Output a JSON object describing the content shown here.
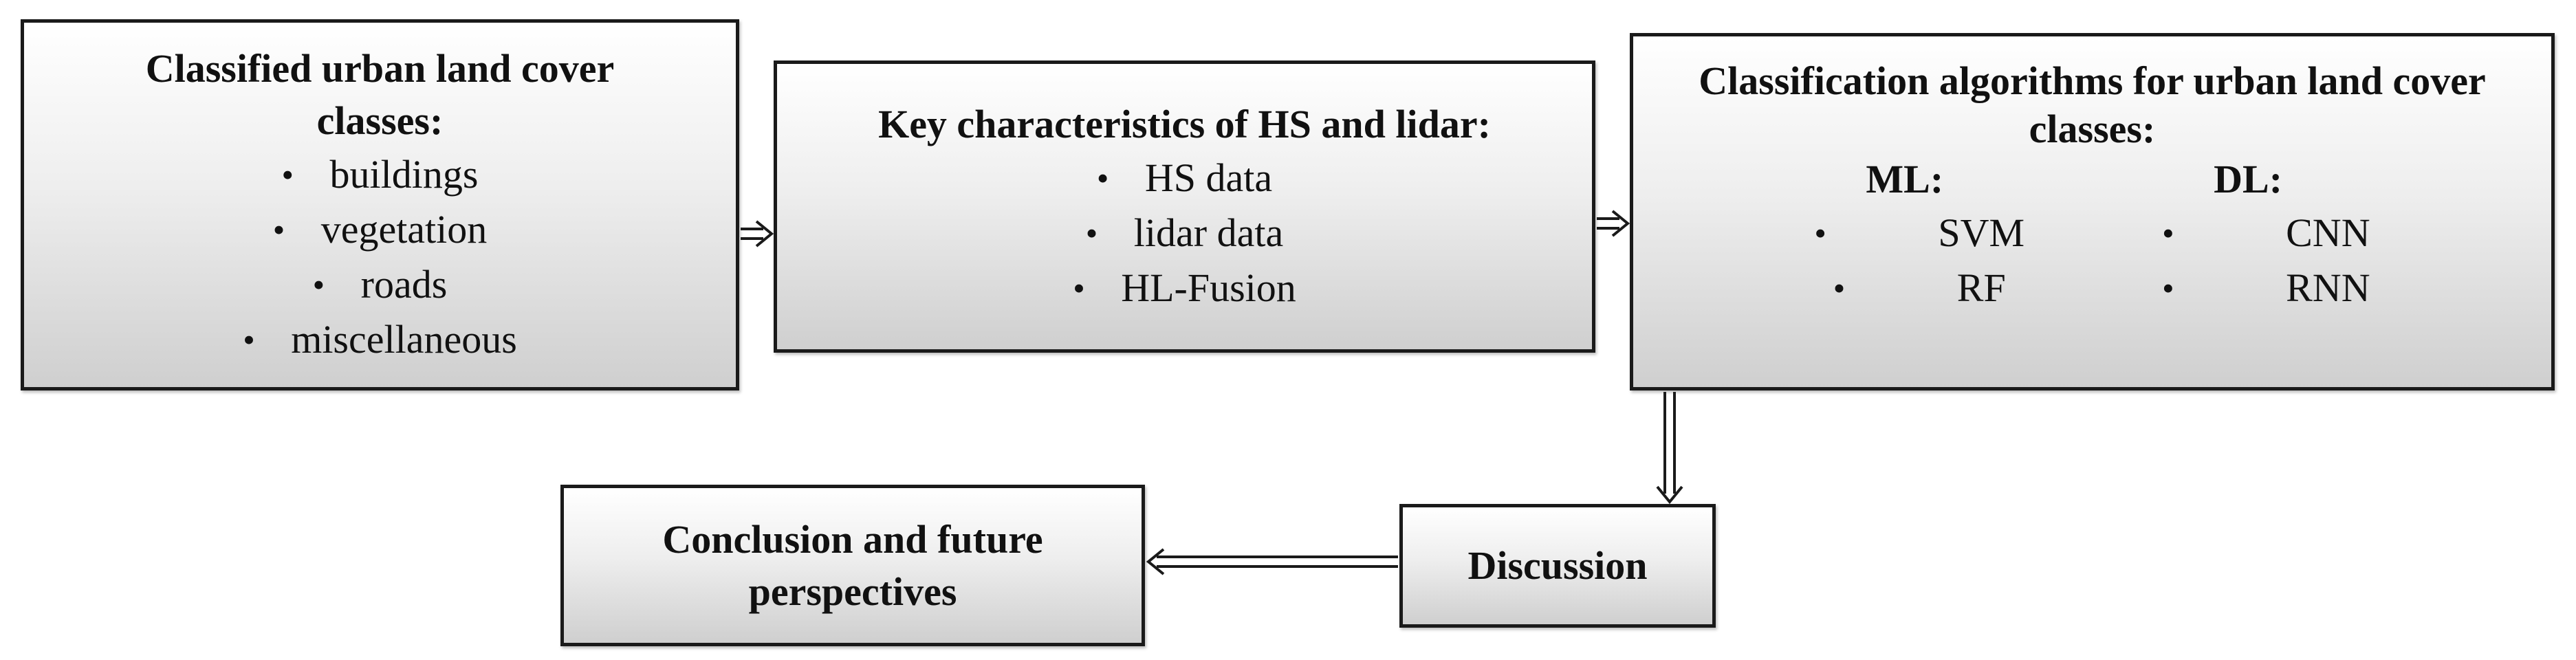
{
  "boxes": {
    "classes": {
      "title": "Classified urban land cover classes:",
      "items": [
        "buildings",
        "vegetation",
        "roads",
        "miscellaneous"
      ]
    },
    "characteristics": {
      "title": "Key characteristics of HS and lidar:",
      "items": [
        "HS data",
        "lidar data",
        "HL-Fusion"
      ]
    },
    "algorithms": {
      "title": "Classification algorithms for urban land cover classes:",
      "ml_label": "ML:",
      "ml_items": [
        "SVM",
        "RF"
      ],
      "dl_label": "DL:",
      "dl_items": [
        "CNN",
        "RNN"
      ]
    },
    "discussion": {
      "title": "Discussion"
    },
    "conclusion": {
      "title": "Conclusion and future perspectives"
    }
  },
  "bullet_glyph": "•",
  "colors": {
    "border": "#1a1a1a",
    "box_fill_top": "#ffffff",
    "box_fill_bottom": "#cfcfcf"
  }
}
